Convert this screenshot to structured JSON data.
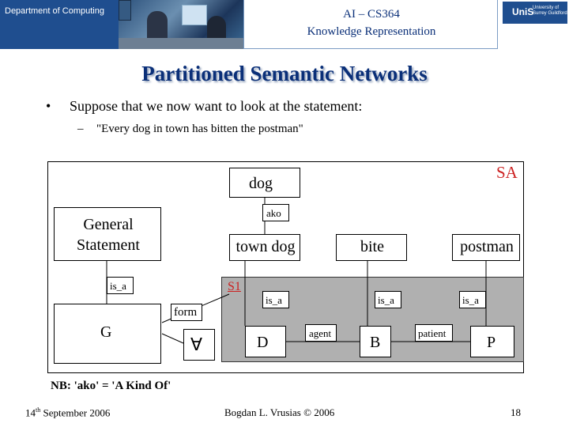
{
  "header": {
    "department": "Department of Computing",
    "course_title": "AI – CS364",
    "course_subtitle": "Knowledge Representation",
    "logo_text": "UniS",
    "logo_subtext": "University of Surrey Guildford"
  },
  "slide": {
    "title": "Partitioned Semantic Networks",
    "bullet": "Suppose that we now want to look at the statement:",
    "sub_bullet": "\"Every dog in town has bitten the postman\""
  },
  "diagram": {
    "nodes": {
      "dog": "dog",
      "sa": "SA",
      "general_statement": "General Statement",
      "town_dog": "town dog",
      "bite": "bite",
      "postman": "postman",
      "g": "G",
      "forall_symbol": "∀",
      "d": "D",
      "b": "B",
      "p": "P",
      "s1": "S1"
    },
    "edge_labels": {
      "ako": "ako",
      "is_a_general": "is_a",
      "form": "form",
      "is_a_d": "is_a",
      "is_a_b": "is_a",
      "is_a_p": "is_a",
      "agent": "agent",
      "patient": "patient"
    }
  },
  "footer": {
    "note": "NB: 'ako' = 'A Kind Of'",
    "date_day": "14",
    "date_suffix": "th",
    "date_rest": " September 2006",
    "author": "Bogdan L. Vrusias © 2006",
    "page": "18"
  }
}
